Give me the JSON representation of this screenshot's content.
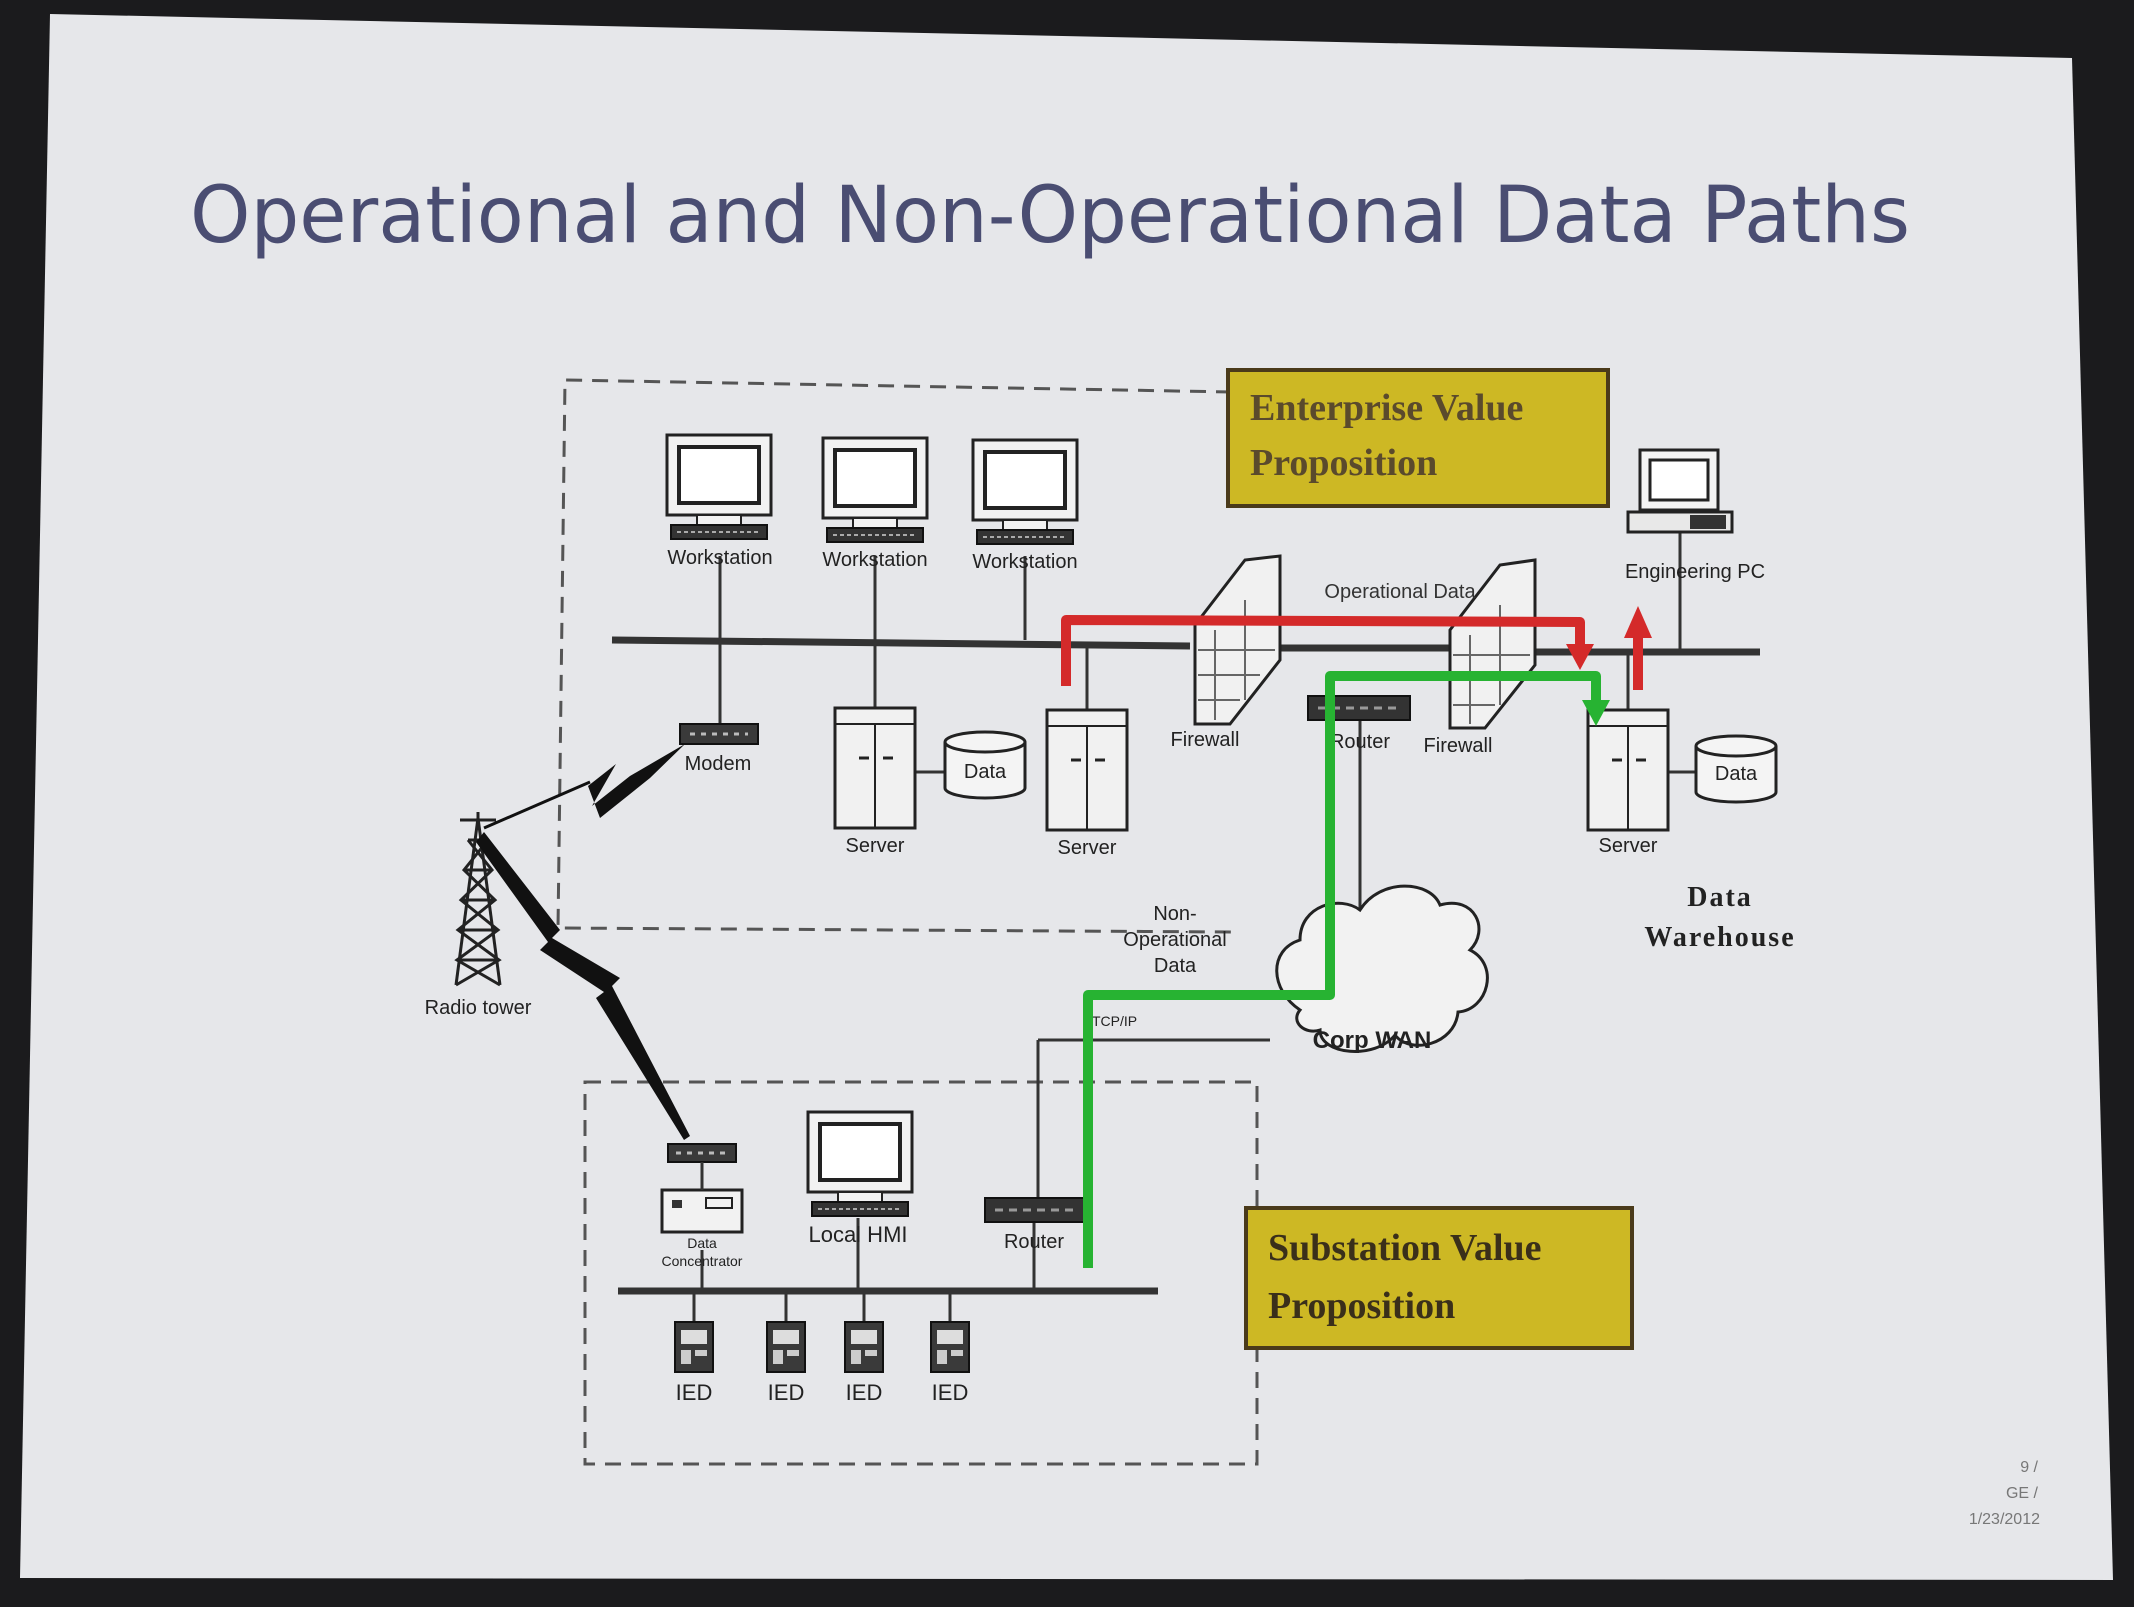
{
  "slide": {
    "title": "Operational and Non-Operational Data Paths",
    "footer": {
      "line1": "9 /",
      "line2": "GE /",
      "line3": "1/23/2012"
    }
  },
  "callouts": {
    "enterprise": {
      "line1": "Enterprise Value",
      "line2": "Proposition"
    },
    "substation": {
      "line1": "Substation Value",
      "line2": "Proposition"
    }
  },
  "labels": {
    "workstation": "Workstation",
    "modem": "Modem",
    "server": "Server",
    "data": "Data",
    "firewall": "Firewall",
    "router": "Router",
    "radio_tower": "Radio tower",
    "engineering_pc": "Engineering PC",
    "data_warehouse_line1": "Data",
    "data_warehouse_line2": "Warehouse",
    "operational_data": "Operational Data",
    "non_operational_line1": "Non-",
    "non_operational_line2": "Operational",
    "non_operational_line3": "Data",
    "corp_wan": "Corp WAN",
    "tcp_ip": "TCP/IP",
    "local_hmi": "Local HMI",
    "data_concentrator_line1": "Data",
    "data_concentrator_line2": "Concentrator",
    "ied": "IED"
  },
  "colors": {
    "slide_bg": "#e6e7ea",
    "title": "#4a4d72",
    "callout_fill": "#cdb824",
    "callout_border": "#4a3a1a",
    "operational_path": "#d42a2a",
    "non_operational_path": "#27b332"
  }
}
